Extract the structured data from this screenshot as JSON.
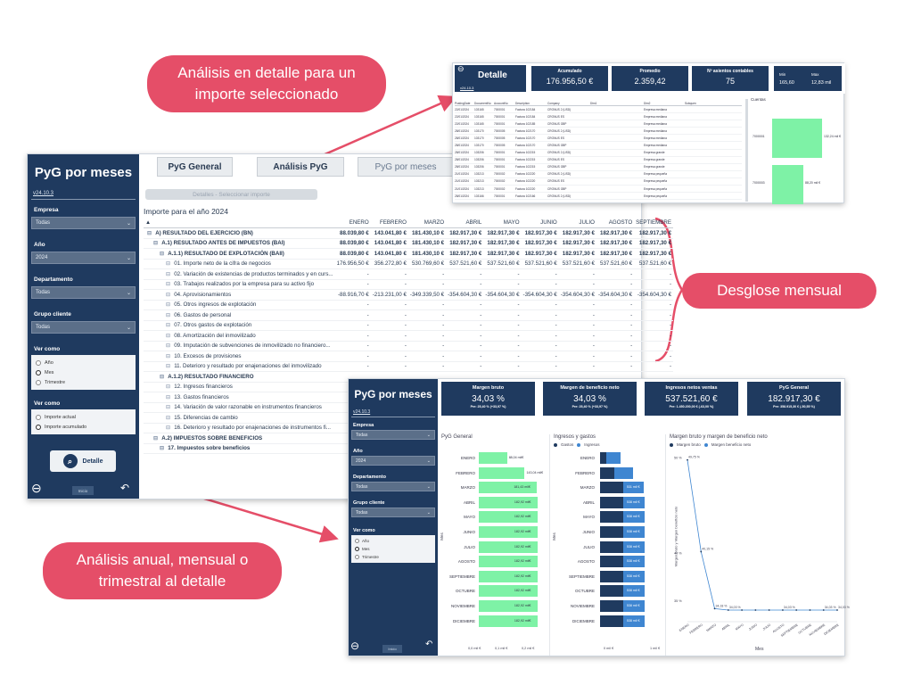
{
  "callouts": {
    "detail": "Análisis en detalle para un importe seleccionado",
    "monthly": "Desglose mensual",
    "annual": "Análisis anual, mensual o trimestral al detalle"
  },
  "main": {
    "title": "PyG por meses",
    "version": "v24.10.3",
    "tabs": [
      "PyG General",
      "Análisis PyG",
      "PyG por meses"
    ],
    "detail_button": "Detalles - Seleccionar importe",
    "filters": {
      "empresa_label": "Empresa",
      "empresa_value": "Todas",
      "anio_label": "Año",
      "anio_value": "2024",
      "departamento_label": "Departamento",
      "departamento_value": "Todas",
      "grupo_label": "Grupo cliente",
      "grupo_value": "Todas"
    },
    "ver_como": {
      "label": "Ver como",
      "options": [
        "Año",
        "Mes",
        "Trimestre"
      ],
      "selected": "Mes"
    },
    "ver_como2": {
      "label": "Ver como",
      "options": [
        "Importe actual",
        "Importe acumulado"
      ],
      "selected": "Importe acumulado"
    },
    "detalle_btn": "Detalle",
    "inicio": "Inicio",
    "matrix_title": "Importe para el año 2024",
    "months": [
      "ENERO",
      "FEBRERO",
      "MARZO",
      "ABRIL",
      "MAYO",
      "JUNIO",
      "JULIO",
      "AGOSTO",
      "SEPTIEMBRE"
    ],
    "rows": [
      {
        "label": "A) RESULTADO DEL EJERCICIO (BN)",
        "ind": 0,
        "bold": true,
        "vals": [
          "88.039,80 €",
          "143.041,80 €",
          "181.430,10 €",
          "182.917,30 €",
          "182.917,30 €",
          "182.917,30 €",
          "182.917,30 €",
          "182.917,30 €",
          "182.917,30 €"
        ]
      },
      {
        "label": "A.1) RESULTADO ANTES DE IMPUESTOS (BAI)",
        "ind": 1,
        "bold": true,
        "vals": [
          "88.039,80 €",
          "143.041,80 €",
          "181.430,10 €",
          "182.917,30 €",
          "182.917,30 €",
          "182.917,30 €",
          "182.917,30 €",
          "182.917,30 €",
          "182.917,30 €"
        ]
      },
      {
        "label": "A.1.1) RESULTADO DE EXPLOTACIÓN (BAII)",
        "ind": 2,
        "bold": true,
        "vals": [
          "88.039,80 €",
          "143.041,80 €",
          "181.430,10 €",
          "182.917,30 €",
          "182.917,30 €",
          "182.917,30 €",
          "182.917,30 €",
          "182.917,30 €",
          "182.917,30 €"
        ]
      },
      {
        "label": "01. Importe neto de la cifra de negocios",
        "ind": 3,
        "bold": false,
        "vals": [
          "176.956,50 €",
          "356.272,80 €",
          "530.769,60 €",
          "537.521,60 €",
          "537.521,60 €",
          "537.521,60 €",
          "537.521,60 €",
          "537.521,60 €",
          "537.521,60 €"
        ]
      },
      {
        "label": "02. Variación de existencias de productos terminados y en curs...",
        "ind": 3,
        "bold": false,
        "vals": [
          "-",
          "-",
          "-",
          "-",
          "-",
          "-",
          "-",
          "-",
          "-"
        ]
      },
      {
        "label": "03. Trabajos realizados por la empresa para su activo fijo",
        "ind": 3,
        "bold": false,
        "vals": [
          "-",
          "-",
          "-",
          "-",
          "-",
          "-",
          "-",
          "-",
          "-"
        ]
      },
      {
        "label": "04. Aprovisionamientos",
        "ind": 3,
        "bold": false,
        "vals": [
          "-88.916,70 €",
          "-213.231,00 €",
          "-349.339,50 €",
          "-354.604,30 €",
          "-354.604,30 €",
          "-354.604,30 €",
          "-354.604,30 €",
          "-354.604,30 €",
          "-354.604,30 €"
        ]
      },
      {
        "label": "05. Otros ingresos de explotación",
        "ind": 3,
        "bold": false,
        "vals": [
          "-",
          "-",
          "-",
          "-",
          "-",
          "-",
          "-",
          "-",
          "-"
        ]
      },
      {
        "label": "06. Gastos de personal",
        "ind": 3,
        "bold": false,
        "vals": [
          "-",
          "-",
          "-",
          "-",
          "-",
          "-",
          "-",
          "-",
          "-"
        ]
      },
      {
        "label": "07. Otros gastos de explotación",
        "ind": 3,
        "bold": false,
        "vals": [
          "-",
          "-",
          "-",
          "-",
          "-",
          "-",
          "-",
          "-",
          "-"
        ]
      },
      {
        "label": "08. Amortización del inmovilizado",
        "ind": 3,
        "bold": false,
        "vals": [
          "-",
          "-",
          "-",
          "-",
          "-",
          "-",
          "-",
          "-",
          "-"
        ]
      },
      {
        "label": "09. Imputación de subvenciones de inmovilizado no financiero...",
        "ind": 3,
        "bold": false,
        "vals": [
          "-",
          "-",
          "-",
          "-",
          "-",
          "-",
          "-",
          "-",
          "-"
        ]
      },
      {
        "label": "10. Excesos de provisiones",
        "ind": 3,
        "bold": false,
        "vals": [
          "-",
          "-",
          "-",
          "-",
          "-",
          "-",
          "-",
          "-",
          "-"
        ]
      },
      {
        "label": "11. Deterioro y resultado por enajenaciones del inmovilizado",
        "ind": 3,
        "bold": false,
        "vals": [
          "-",
          "-",
          "-",
          "-",
          "-",
          "-",
          "-",
          "-",
          "-"
        ]
      },
      {
        "label": "A.1.2) RESULTADO FINANCIERO",
        "ind": 2,
        "bold": true,
        "vals": [
          "",
          "",
          "",
          "",
          "",
          "",
          "",
          "",
          ""
        ]
      },
      {
        "label": "12. Ingresos financieros",
        "ind": 3,
        "bold": false,
        "vals": [
          "",
          "",
          "",
          "",
          "",
          "",
          "",
          "",
          ""
        ]
      },
      {
        "label": "13. Gastos financieros",
        "ind": 3,
        "bold": false,
        "vals": [
          "",
          "",
          "",
          "",
          "",
          "",
          "",
          "",
          ""
        ]
      },
      {
        "label": "14. Variación de valor razonable en instrumentos financieros",
        "ind": 3,
        "bold": false,
        "vals": [
          "",
          "",
          "",
          "",
          "",
          "",
          "",
          "",
          ""
        ]
      },
      {
        "label": "15. Diferencias de cambio",
        "ind": 3,
        "bold": false,
        "vals": [
          "",
          "",
          "",
          "",
          "",
          "",
          "",
          "",
          ""
        ]
      },
      {
        "label": "16. Deterioro y resultado por enajenaciones de instrumentos fi...",
        "ind": 3,
        "bold": false,
        "vals": [
          "",
          "",
          "",
          "",
          "",
          "",
          "",
          "",
          ""
        ]
      },
      {
        "label": "A.2) IMPUESTOS SOBRE BENEFICIOS",
        "ind": 1,
        "bold": true,
        "vals": [
          "",
          "",
          "",
          "",
          "",
          "",
          "",
          "",
          ""
        ]
      },
      {
        "label": "17. Impuestos sobre beneficios",
        "ind": 2,
        "bold": true,
        "vals": [
          "",
          "",
          "",
          "",
          "",
          "",
          "",
          "",
          ""
        ]
      }
    ]
  },
  "detail": {
    "title": "Detalle",
    "version": "v24.10.3",
    "kpis": [
      {
        "label": "Acumulado",
        "value": "176.956,50 €"
      },
      {
        "label": "Promedio",
        "value": "2.359,42"
      },
      {
        "label": "Nº asientos contables",
        "value": "75"
      }
    ],
    "minmax": {
      "min_label": "Min",
      "min_value": "165,60",
      "max_label": "Max",
      "max_value": "12,83 mil"
    },
    "columns": [
      "PostingDate",
      "DocumentNo",
      "AccountNo",
      "Description",
      "Company",
      "Dim1",
      "Dim2",
      "Subquen"
    ],
    "rows": [
      [
        "22/01/2024",
        "103165",
        "7000001",
        "Factura 102184",
        "CRONUS 2 (USD)",
        "",
        "Empresa mediana",
        "12.830,00 €"
      ],
      [
        "22/01/2024",
        "103165",
        "7000001",
        "Factura 102184",
        "CRONUS ES",
        "",
        "Empresa mediana",
        "12.830,00 €"
      ],
      [
        "22/01/2024",
        "103165",
        "7000001",
        "Factura 102185",
        "CRONUS GBP",
        "",
        "Empresa mediana",
        "12.830,00 €"
      ],
      [
        "28/01/2024",
        "103170",
        "7000005",
        "Factura 102170",
        "CRONUS 2 (USD)",
        "",
        "Empresa mediana",
        "12.830,00 €"
      ],
      [
        "28/01/2024",
        "103170",
        "7000005",
        "Factura 102170",
        "CRONUS ES",
        "",
        "Empresa mediana",
        "12.830,00 €"
      ],
      [
        "28/01/2024",
        "103170",
        "7000005",
        "Factura 102170",
        "CRONUS GBP",
        "",
        "Empresa mediana",
        "12.830,00 €"
      ],
      [
        "28/01/2024",
        "103206",
        "7000001",
        "Factura 102215",
        "CRONUS 2 (USD)",
        "",
        "Empresa grande",
        "4.720,00 €"
      ],
      [
        "28/01/2024",
        "103206",
        "7000001",
        "Factura 102215",
        "CRONUS ES",
        "",
        "Empresa grande",
        "4.720,00 €"
      ],
      [
        "28/01/2024",
        "103206",
        "7000001",
        "Factura 102215",
        "CRONUS GBP",
        "",
        "Empresa grande",
        "4.720,00 €"
      ],
      [
        "21/01/2024",
        "103213",
        "7000002",
        "Factura 102220",
        "CRONUS 2 (USD)",
        "",
        "Empresa pequeña",
        "4.720,00 €"
      ],
      [
        "21/01/2024",
        "103213",
        "7000002",
        "Factura 102220",
        "CRONUS ES",
        "",
        "Empresa pequeña",
        "4.720,00 €"
      ],
      [
        "21/01/2024",
        "103213",
        "7000002",
        "Factura 102220",
        "CRONUS GBP",
        "",
        "Empresa pequeña",
        "4.720,00 €"
      ],
      [
        "28/01/2024",
        "103166",
        "7000001",
        "Factura 102166",
        "CRONUS 2 (USD)",
        "",
        "Empresa pequeña",
        "4.054,50 €"
      ]
    ],
    "cuentas_title": "Cuentas",
    "cuentas": [
      {
        "label": "7000001",
        "value": "132,24 mil €",
        "frac": 1.0
      },
      {
        "label": "7000003",
        "value": "88,20 mil €",
        "frac": 0.62
      }
    ]
  },
  "bottom": {
    "title": "PyG por meses",
    "version": "v24.10.3",
    "filters": {
      "empresa_label": "Empresa",
      "empresa_value": "Todas",
      "anio_label": "Año",
      "anio_value": "2024",
      "departamento_label": "Departamento",
      "departamento_value": "Todas",
      "grupo_label": "Grupo cliente",
      "grupo_value": "Todas"
    },
    "ver_como": {
      "label": "Ver como",
      "options": [
        "Año",
        "Mes",
        "Trimestre"
      ],
      "selected": "Mes"
    },
    "inicio": "Inicio",
    "kpis": [
      {
        "label": "Margen bruto",
        "value": "34,03 %",
        "sub": "Pre: 25,40 % (+33,97 %)"
      },
      {
        "label": "Margen de beneficio neto",
        "value": "34,03 %",
        "sub": "Pre: 25,40 % (+33,97 %)"
      },
      {
        "label": "Ingresos netos ventas",
        "value": "537.521,60 €",
        "sub": "Pre: 1.450.200,00 € (-63,00 %)"
      },
      {
        "label": "PyG General",
        "value": "182.917,30 €",
        "sub": "Pre: 358.915,30 € (-50,55 %)"
      }
    ],
    "pyg_general": {
      "title": "PyG General",
      "months": [
        "ENERO",
        "FEBRERO",
        "MARZO",
        "ABRIL",
        "MAYO",
        "JUNIO",
        "JULIO",
        "AGOSTO",
        "SEPTIEMBRE",
        "OCTUBRE",
        "NOVIEMBRE",
        "DICIEMBRE"
      ],
      "values": [
        88.04,
        143.04,
        181.43,
        182.92,
        182.92,
        182.92,
        182.92,
        182.92,
        182.92,
        182.92,
        182.92,
        182.92
      ],
      "labels": [
        "88,04 mil€",
        "143,04 mil€",
        "181,43 mil€",
        "182,92 mil€",
        "182,92 mil€",
        "182,92 mil€",
        "182,92 mil€",
        "182,92 mil€",
        "182,92 mil€",
        "182,92 mil€",
        "182,92 mil€",
        "182,92 mil€"
      ],
      "axis": [
        "0,0 mil €",
        "0,1 mil €",
        "0,2 mil €"
      ],
      "ylabel": "Mes"
    },
    "ingresos_gastos": {
      "title": "Ingresos y gastos",
      "legend": [
        "Gastos",
        "Ingresos"
      ],
      "months": [
        "ENERO",
        "FEBRERO",
        "MARZO",
        "ABRIL",
        "MAYO",
        "JUNIO",
        "JULIO",
        "AGOSTO",
        "SEPTIEMBRE",
        "OCTUBRE",
        "NOVIEMBRE",
        "DICIEMBRE"
      ],
      "gastos": [
        0.09,
        0.21,
        0.35,
        0.35,
        0.35,
        0.35,
        0.35,
        0.35,
        0.35,
        0.35,
        0.35,
        0.35
      ],
      "ingresos": [
        0.18,
        0.36,
        0.53,
        0.54,
        0.54,
        0.54,
        0.54,
        0.54,
        0.54,
        0.54,
        0.54,
        0.54
      ],
      "labels": [
        "",
        "",
        "531 mil €",
        "538 mil €",
        "538 mil €",
        "538 mil €",
        "538 mil €",
        "538 mil €",
        "538 mil €",
        "538 mil €",
        "538 mil €",
        "538 mil €"
      ],
      "axis": [
        "0 mil €",
        "1 mil €"
      ],
      "ylabel": "Mes"
    },
    "margen": {
      "title": "Margen bruto y margen de beneficio neto",
      "legend": [
        "Margen bruto",
        "Margen beneficio neto"
      ],
      "months": [
        "ENERO",
        "FEBRERO",
        "MARZO",
        "ABRIL",
        "MAYO",
        "JUNIO",
        "JULIO",
        "AGOSTO",
        "SEPTIEMBRE",
        "OCTUBRE",
        "NOVIEMBRE",
        "DICIEMBRE"
      ],
      "values": [
        49.75,
        40.15,
        34.18,
        34.03,
        34.03,
        34.03,
        34.03,
        34.03,
        34.03,
        34.03,
        34.03,
        34.03
      ],
      "point_labels": [
        "49,75 %",
        "40,15 %",
        "34,18 %",
        "34,03 %",
        "",
        "",
        "",
        "34,03 %",
        "",
        "",
        "34,03 %",
        "34,03 %"
      ],
      "yticks": [
        "50 %",
        "40 %",
        "35 %"
      ],
      "ylabel": "Margen bruto y Margen beneficio neto",
      "xlabel": "Mes"
    }
  }
}
